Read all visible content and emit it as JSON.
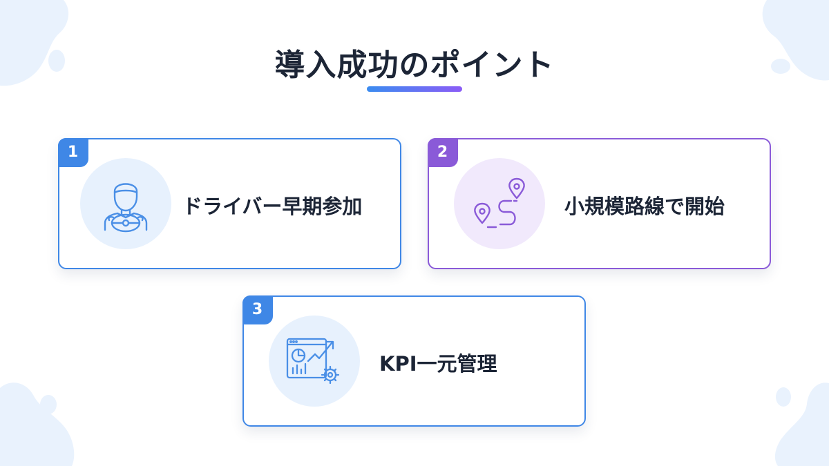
{
  "title": "導入成功のポイント",
  "cards": [
    {
      "number": "1",
      "label": "ドライバー早期参加",
      "icon": "driver-icon"
    },
    {
      "number": "2",
      "label": "小規模路線で開始",
      "icon": "route-icon"
    },
    {
      "number": "3",
      "label": "KPI一元管理",
      "icon": "analytics-gear-icon"
    }
  ],
  "colors": {
    "blue": "#3f87e6",
    "purple": "#8a5ad8",
    "text": "#1c2536",
    "blob": "#e9f2fd"
  }
}
